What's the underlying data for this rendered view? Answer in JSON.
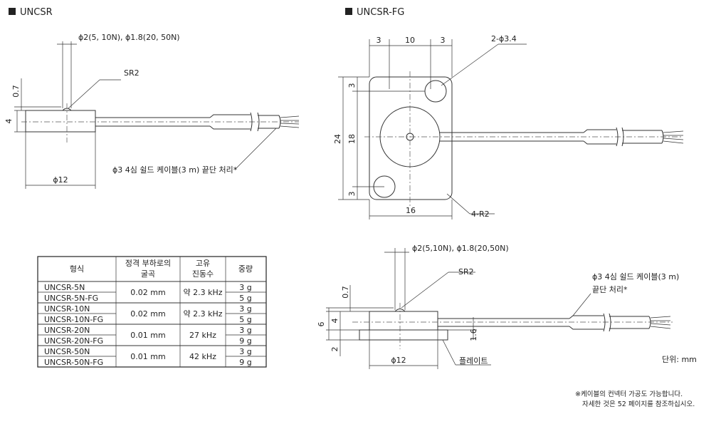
{
  "top_left": {
    "title": "UNCSR",
    "dim_diameter_top": "ϕ2(5, 10N), ϕ1.8(20, 50N)",
    "sr": "SR2",
    "dim_07": "0.7",
    "dim_4": "4",
    "dim_phi12": "ϕ12",
    "cable_note": "ϕ3 4심 쉴드 케이블(3 m) 끝단 처리*"
  },
  "top_right": {
    "title": "UNCSR-FG",
    "dim_3a": "3",
    "dim_10": "10",
    "dim_3b": "3",
    "holes": "2-ϕ3.4",
    "dim_24": "24",
    "dim_18": "18",
    "dim_3c": "3",
    "dim_3d": "3",
    "dim_16": "16",
    "radius": "4-R2"
  },
  "bottom_right": {
    "dim_diameter_top": "ϕ2(5,10N), ϕ1.8(20,50N)",
    "sr": "SR2",
    "cable_note_1": "ϕ3 4심 쉴드 케이블(3 m)",
    "cable_note_2": "끝단 처리*",
    "dim_07": "0.7",
    "dim_6": "6",
    "dim_4": "4",
    "dim_2": "2",
    "dim_16": "1.6",
    "dim_phi12": "ϕ12",
    "plate": "플레이트",
    "unit": "단위: mm"
  },
  "table": {
    "headers": [
      "형식",
      "정격 부하로의",
      "굴곡",
      "고유",
      "진동수",
      "중량"
    ],
    "rows": [
      {
        "model": "UNCSR-5N",
        "weight": "3 g"
      },
      {
        "model": "UNCSR-5N-FG",
        "weight": "5 g"
      },
      {
        "model": "UNCSR-10N",
        "weight": "3 g"
      },
      {
        "model": "UNCSR-10N-FG",
        "weight": "5 g"
      },
      {
        "model": "UNCSR-20N",
        "weight": "3 g"
      },
      {
        "model": "UNCSR-20N-FG",
        "weight": "9 g"
      },
      {
        "model": "UNCSR-50N",
        "weight": "3 g"
      },
      {
        "model": "UNCSR-50N-FG",
        "weight": "9 g"
      }
    ],
    "groups": [
      {
        "deflection": "0.02 mm",
        "frequency": "약 2.3 kHz"
      },
      {
        "deflection": "0.02 mm",
        "frequency": "약 2.3 kHz"
      },
      {
        "deflection": "0.01 mm",
        "frequency": "27 kHz"
      },
      {
        "deflection": "0.01 mm",
        "frequency": "42 kHz"
      }
    ]
  },
  "footnote": {
    "line1": "※케이블의 컨넥터 가공도 가능합니다.",
    "line2": "자세한 것은 52 페이지를 참조하십시오."
  }
}
